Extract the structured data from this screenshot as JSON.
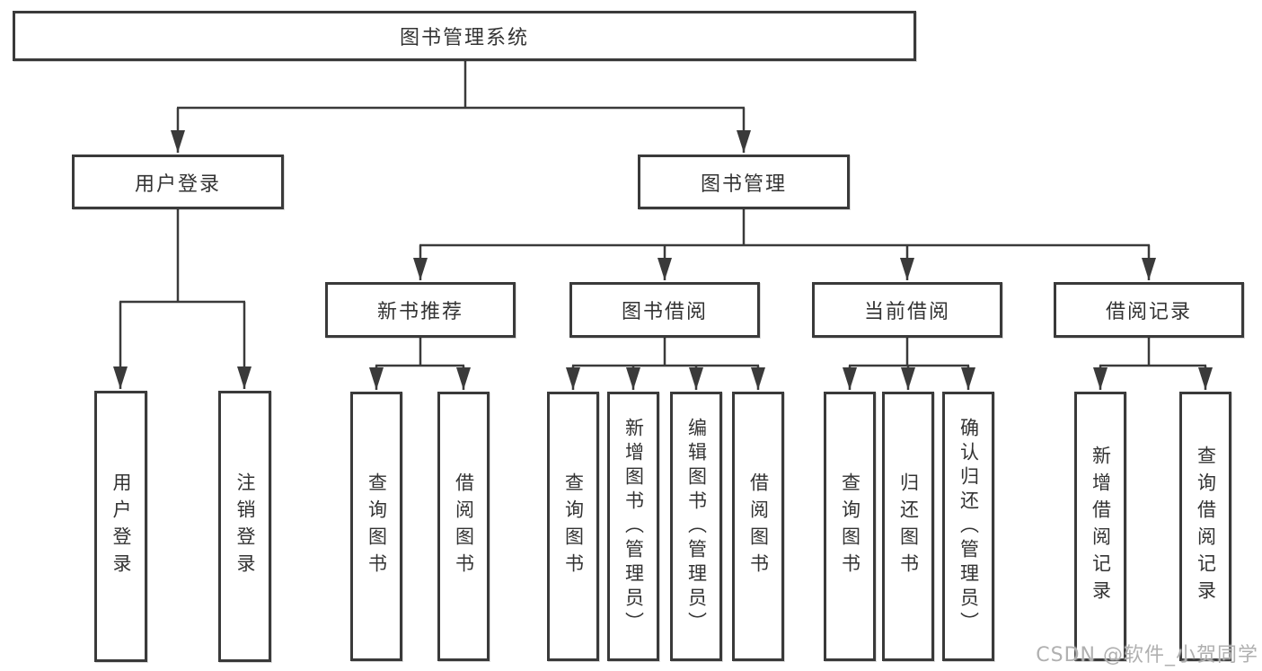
{
  "colors": {
    "line": "#3a3a3a",
    "box_border": "#3a3a3a",
    "box_fill": "#ffffff",
    "text": "#333333",
    "watermark_text": "#b0b0b0"
  },
  "tree": {
    "root": {
      "label": "图书管理系统",
      "children": [
        {
          "label": "用户登录",
          "children": [
            {
              "label": "用户登录"
            },
            {
              "label": "注销登录"
            }
          ]
        },
        {
          "label": "图书管理",
          "children": [
            {
              "label": "新书推荐",
              "children": [
                {
                  "label": "查询图书"
                },
                {
                  "label": "借阅图书"
                }
              ]
            },
            {
              "label": "图书借阅",
              "children": [
                {
                  "label": "查询图书"
                },
                {
                  "label": "新增图书（管理员）"
                },
                {
                  "label": "编辑图书（管理员）"
                },
                {
                  "label": "借阅图书"
                }
              ]
            },
            {
              "label": "当前借阅",
              "children": [
                {
                  "label": "查询图书"
                },
                {
                  "label": "归还图书"
                },
                {
                  "label": "确认归还（管理员）"
                }
              ]
            },
            {
              "label": "借阅记录",
              "children": [
                {
                  "label": "新增借阅记录"
                },
                {
                  "label": "查询借阅记录"
                }
              ]
            }
          ]
        }
      ]
    }
  },
  "watermark": "CSDN @软件_小贺同学"
}
